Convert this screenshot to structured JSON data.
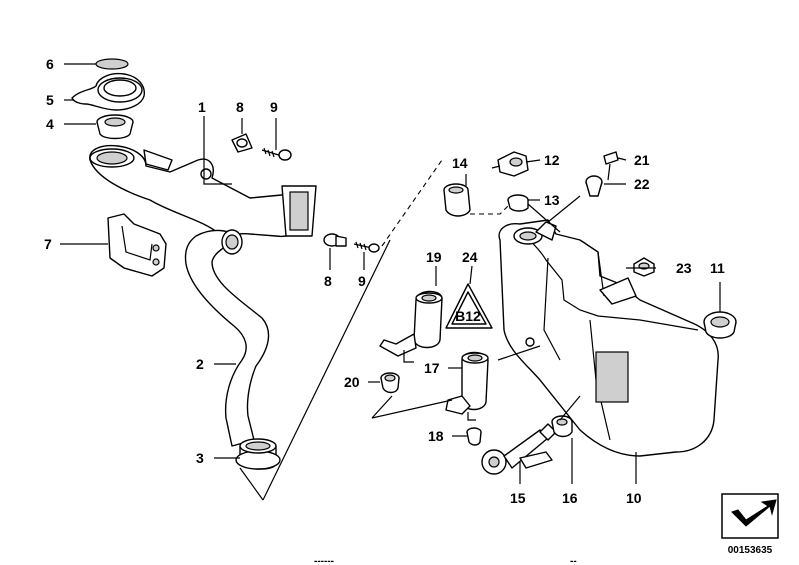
{
  "diagram": {
    "callouts": {
      "c1": "1",
      "c2": "2",
      "c3": "3",
      "c4": "4",
      "c5": "5",
      "c6": "6",
      "c7": "7",
      "c8a": "8",
      "c8b": "8",
      "c9a": "9",
      "c9b": "9",
      "c10": "10",
      "c11": "11",
      "c12": "12",
      "c13": "13",
      "c14": "14",
      "c15": "15",
      "c16": "16",
      "c17": "17",
      "c18": "18",
      "c19": "19",
      "c20": "20",
      "c21": "21",
      "c22": "22",
      "c23": "23",
      "c24": "24"
    },
    "warning_symbol_text": "B12",
    "document_number": "00153635",
    "footer_dashes_left": "------",
    "footer_dashes_right": "--"
  }
}
